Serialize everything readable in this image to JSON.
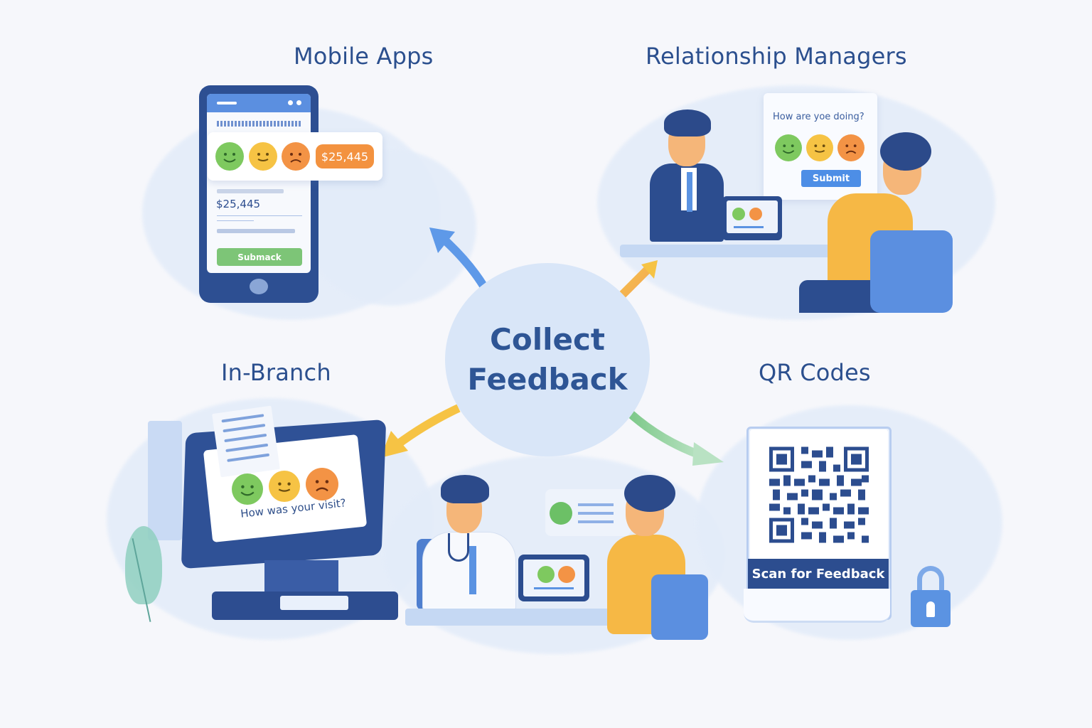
{
  "hub": {
    "line1": "Collect",
    "line2": "Feedback",
    "color": "#2e5595",
    "fill": "#d9e6f8"
  },
  "sections": {
    "mobile_apps": {
      "title": "Mobile Apps",
      "phone": {
        "header_text": "",
        "popup_amount": "$25,445",
        "field_label": "",
        "amount": "$25,445",
        "submit_label": "Submack",
        "faces": [
          "happy",
          "neutral",
          "sad"
        ]
      },
      "arrow_color": "#5e99e8"
    },
    "relationship_managers": {
      "title": "Relationship Managers",
      "card": {
        "question": "How are yoe doing?",
        "submit_label": "Submit",
        "faces": [
          "happy",
          "neutral",
          "sad"
        ]
      },
      "tablet_faces": [
        "happy",
        "sad"
      ],
      "arrow_color": "#f6c344"
    },
    "in_branch": {
      "title": "In-Branch",
      "kiosk": {
        "question": "How was your visit?",
        "faces": [
          "happy",
          "neutral",
          "sad"
        ]
      },
      "consultation": {
        "tablet_faces": [
          "happy",
          "sad"
        ]
      },
      "arrow_color": "#f6c344"
    },
    "qr_codes": {
      "title": "QR Codes",
      "label": "Scan for Feedback",
      "arrow_color": "#7ec98a"
    }
  },
  "palette": {
    "navy": "#2c4d8f",
    "blue": "#5b8fe0",
    "green": "#7ec95f",
    "yellow": "#f6c344",
    "orange": "#f39345",
    "background": "#f6f7fb"
  }
}
